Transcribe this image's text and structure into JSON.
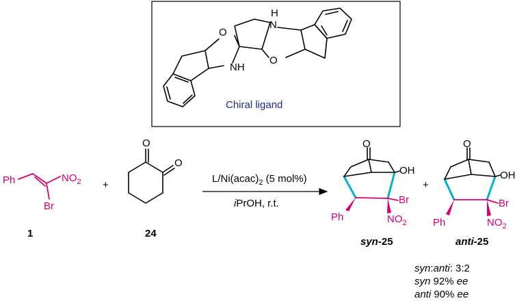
{
  "colors": {
    "magenta": "#d6006e",
    "cyan": "#00b3c8",
    "ligand_label": "#1e2a8a"
  },
  "ligand": {
    "atoms": {
      "o1": "O",
      "nh1": "NH",
      "nh2": "H\nN",
      "o2": "O",
      "h_top": "H",
      "n_top": "N"
    },
    "label": "Chiral ligand"
  },
  "reactant1": {
    "ph": "Ph",
    "no2": "NO2",
    "br": "Br",
    "number": "1"
  },
  "reactant2": {
    "o_top": "O",
    "o_right": "O",
    "number": "24"
  },
  "plus1": "+",
  "plus2": "+",
  "conditions": {
    "line1_pre": "L/Ni(acac)",
    "line1_sub": "2",
    "line1_post": " (5 mol%)",
    "line2_pre": "i",
    "line2_post": "PrOH, r.t."
  },
  "syn": {
    "o": "O",
    "oh": "OH",
    "br": "Br",
    "ph": "Ph",
    "no2": "NO2",
    "label_pre": "syn",
    "label_post": "-25"
  },
  "anti": {
    "o": "O",
    "oh": "OH",
    "br": "Br",
    "ph": "Ph",
    "no2": "NO2",
    "label_pre": "anti",
    "label_post": "-25"
  },
  "results": {
    "ratio_a": "syn",
    "ratio_b": ":",
    "ratio_c": "anti",
    "ratio_d": ": 3:2",
    "syn_a": "syn",
    "syn_b": " 92% ",
    "syn_c": "ee",
    "anti_a": "anti",
    "anti_b": " 90% ",
    "anti_c": "ee"
  }
}
